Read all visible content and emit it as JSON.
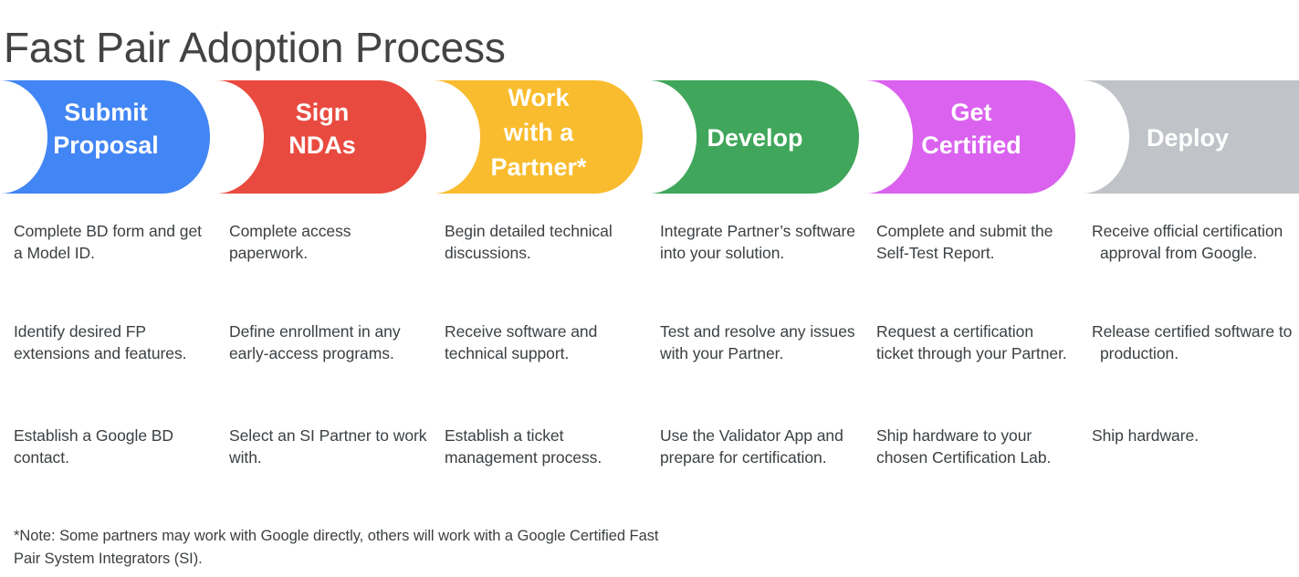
{
  "page": {
    "title": "Fast Pair Adoption Process"
  },
  "stages": [
    {
      "id": "submit-proposal",
      "lines": [
        "Submit",
        "Proposal"
      ],
      "color": "#4285F4"
    },
    {
      "id": "sign-ndas",
      "lines": [
        "Sign",
        "NDAs"
      ],
      "color": "#E94A3F"
    },
    {
      "id": "work-with-partner",
      "lines": [
        "Work",
        "with a",
        "Partner*"
      ],
      "color": "#F9BC2E"
    },
    {
      "id": "develop",
      "lines": [
        "Develop"
      ],
      "color": "#40A65B"
    },
    {
      "id": "get-certified",
      "lines": [
        "Get",
        "Certified"
      ],
      "color": "#DA62EF"
    },
    {
      "id": "deploy",
      "lines": [
        "Deploy"
      ],
      "color": "#C0C3C8"
    }
  ],
  "columns": [
    {
      "stage": "Submit Proposal",
      "items": [
        "Complete BD form and get a Model ID.",
        "Identify desired FP extensions and features.",
        "Establish a Google BD contact."
      ]
    },
    {
      "stage": "Sign NDAs",
      "items": [
        "Complete access paperwork.",
        "Define enrollment in any early-access programs.",
        "Select an SI Partner to work with."
      ]
    },
    {
      "stage": "Work with a Partner*",
      "items": [
        "Begin detailed technical discussions.",
        "Receive software and technical support.",
        "Establish a ticket management process."
      ]
    },
    {
      "stage": "Develop",
      "items": [
        "Integrate Partner’s software into your solution.",
        "Test and resolve any issues with your Partner.",
        "Use the Validator App and prepare for certification."
      ]
    },
    {
      "stage": "Get Certified",
      "items": [
        "Complete and submit the Self-Test Report.",
        "Request a certification ticket through your Partner.",
        "Ship hardware to your chosen Certification Lab."
      ]
    },
    {
      "stage": "Deploy",
      "items": [
        "Receive official certification approval from Google.",
        "Release certified software to production.",
        "Ship hardware."
      ]
    }
  ],
  "footnote": "*Note: Some partners may work with Google directly, others will work with a Google Certified Fast Pair System Integrators (SI)."
}
